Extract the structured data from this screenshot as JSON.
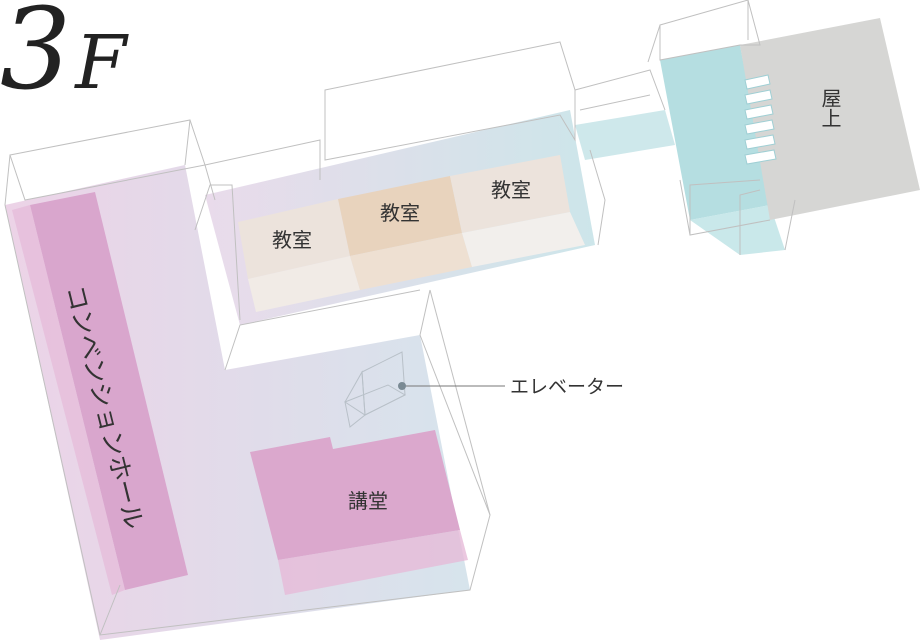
{
  "floor": {
    "number": "3",
    "unit": "F"
  },
  "rooms": {
    "convention_hall": "コンベンションホール",
    "auditorium": "講堂",
    "classroom_1": "教室",
    "classroom_2": "教室",
    "classroom_3": "教室",
    "rooftop": "屋上"
  },
  "callouts": {
    "elevator": "エレベーター"
  },
  "colors": {
    "hall": "#d9a6cd",
    "building": "#e4d0e4",
    "classroom": "#ece3dc",
    "classroom_accent": "#e8d3bd",
    "stair": "#a8d8dc",
    "rooftop": "#d6d6d4",
    "outline": "#bdbdbd"
  }
}
